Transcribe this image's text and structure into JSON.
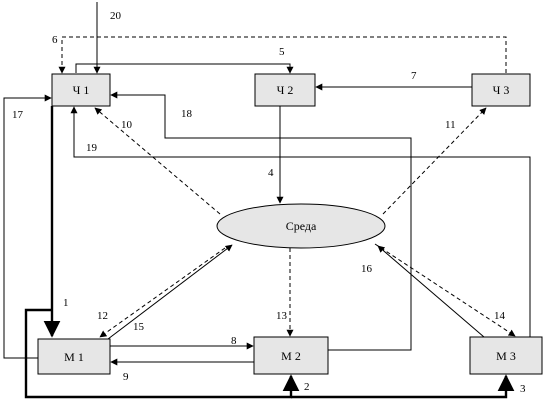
{
  "nodes": {
    "ch1": "Ч 1",
    "ch2": "Ч 2",
    "ch3": "Ч 3",
    "m1": "М 1",
    "m2": "М 2",
    "m3": "М 3",
    "env": "Среда"
  },
  "numbers": {
    "n1": "1",
    "n2": "2",
    "n3": "3",
    "n4": "4",
    "n5": "5",
    "n6": "6",
    "n7": "7",
    "n8": "8",
    "n9": "9",
    "n10": "10",
    "n11": "11",
    "n12": "12",
    "n13": "13",
    "n14": "14",
    "n15": "15",
    "n16": "16",
    "n17": "17",
    "n18": "18",
    "n19": "19",
    "n20": "20"
  },
  "colors": {
    "node_fill": "#e6e6e6",
    "line": "#000000"
  }
}
